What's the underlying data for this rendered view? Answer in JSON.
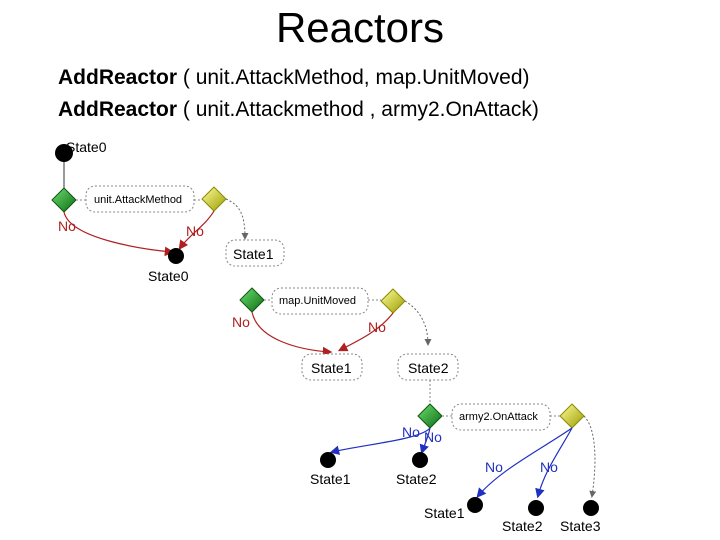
{
  "title": "Reactors",
  "code": [
    {
      "keyword": "AddReactor",
      "args": " ( unit.AttackMethod, map.UnitMoved)"
    },
    {
      "keyword": "AddReactor",
      "args": " ( unit.Attackmethod , army2.OnAttack)"
    }
  ],
  "diagram": {
    "d1": {
      "state0_top": "State0",
      "event": "unit.AttackMethod",
      "no_left": "No",
      "no_right": "No",
      "state1": "State1",
      "state0_bottom": "State0"
    },
    "d2": {
      "event": "map.UnitMoved",
      "no_left": "No",
      "no_right": "No",
      "state1": "State1",
      "state2": "State2"
    },
    "d3": {
      "event": "army2.OnAttack",
      "no_a": "No",
      "no_b": "No",
      "no_c": "No",
      "no_d": "No",
      "end_state1": "State1",
      "end_state2": "State2",
      "final_state1": "State1",
      "final_state2": "State2",
      "final_state3": "State3"
    }
  },
  "colors": {
    "green_diamond": "#1f9a2a",
    "yellow_diamond": "#d8d000",
    "red_arrow": "#b02020",
    "blue_arrow": "#2030c0",
    "node": "#000000"
  }
}
